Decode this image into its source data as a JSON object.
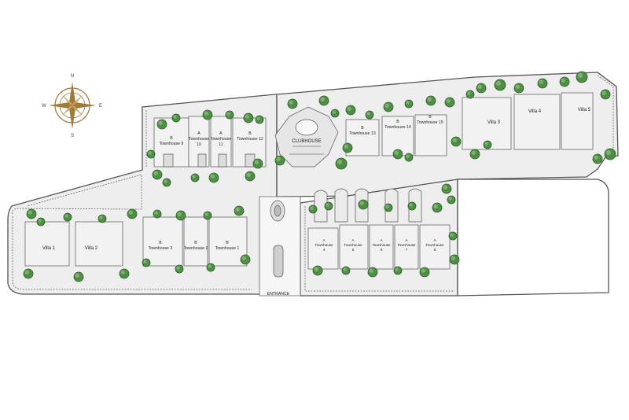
{
  "compass": {
    "north": "N",
    "south": "S",
    "east": "E",
    "west": "W"
  },
  "colors": {
    "site_fill": "#eeeeee",
    "outline": "#555555",
    "tree": "#3f7d3a",
    "compass": "#a07a3a"
  },
  "clubhouse": {
    "label": "CLUBHOUSE"
  },
  "entrance": {
    "label": "ENTRANCE"
  },
  "units": {
    "th9": {
      "type": "B",
      "name": "Townhouse 9"
    },
    "th10": {
      "type": "A",
      "name": "Townhouse",
      "num": "10"
    },
    "th11": {
      "type": "A",
      "name": "Townhouse",
      "num": "11"
    },
    "th12": {
      "type": "B",
      "name": "Townhouse 12"
    },
    "th13": {
      "type": "B",
      "name": "Townhouse 13"
    },
    "th14": {
      "type": "B",
      "name": "Townhouse 14"
    },
    "th15": {
      "type": "B",
      "name": "Townhouse 15"
    },
    "villa1": {
      "name": "Villa 1"
    },
    "villa2": {
      "name": "Villa 2"
    },
    "villa3": {
      "name": "Villa 3"
    },
    "villa4": {
      "name": "Villa 4"
    },
    "villa5": {
      "name": "Villa 5"
    },
    "th3": {
      "type": "B",
      "name": "Townhouse 3"
    },
    "th2": {
      "type": "B",
      "name": "Townhouse 2"
    },
    "th1": {
      "type": "B",
      "name": "Townhouse 1"
    },
    "th4": {
      "type": "A",
      "name": "Townhouse",
      "num": "4"
    },
    "th5": {
      "type": "A",
      "name": "Townhouse",
      "num": "5"
    },
    "th6": {
      "type": "A",
      "name": "Townhouse",
      "num": "6"
    },
    "th7": {
      "type": "A",
      "name": "Townhouse",
      "num": "7"
    },
    "th8": {
      "type": "A",
      "name": "Townhouse",
      "num": "8"
    }
  }
}
